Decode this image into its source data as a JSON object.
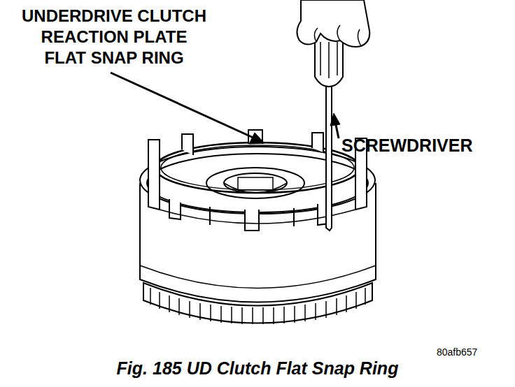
{
  "diagram": {
    "caption": "Fig. 185 UD Clutch Flat Snap Ring",
    "labels": [
      "UNDERDRIVE CLUTCH REACTION PLATE FLAT SNAP RING",
      "SCREWDRIVER",
      "80afb657"
    ]
  }
}
